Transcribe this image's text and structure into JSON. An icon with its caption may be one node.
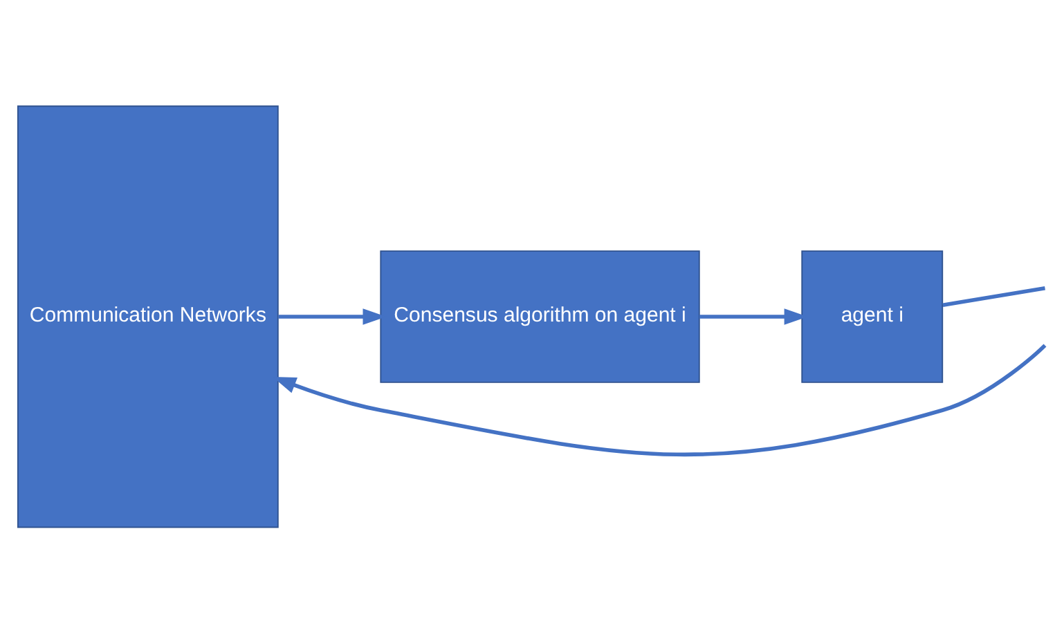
{
  "diagram": {
    "nodes": [
      {
        "text": [
          "Communication Networks"
        ]
      },
      {
        "text": [
          "Consensus algorithm on agent i"
        ]
      },
      {
        "text": [
          "agent i"
        ]
      }
    ],
    "edges": [
      {
        "from": 0,
        "to": 1,
        "arrow": "to"
      },
      {
        "from": 1,
        "to": 2,
        "arrow": "to"
      },
      {
        "from": 2,
        "to": null,
        "arrow": "none"
      },
      {
        "from": null,
        "to": 0,
        "arrow": "to"
      }
    ]
  }
}
